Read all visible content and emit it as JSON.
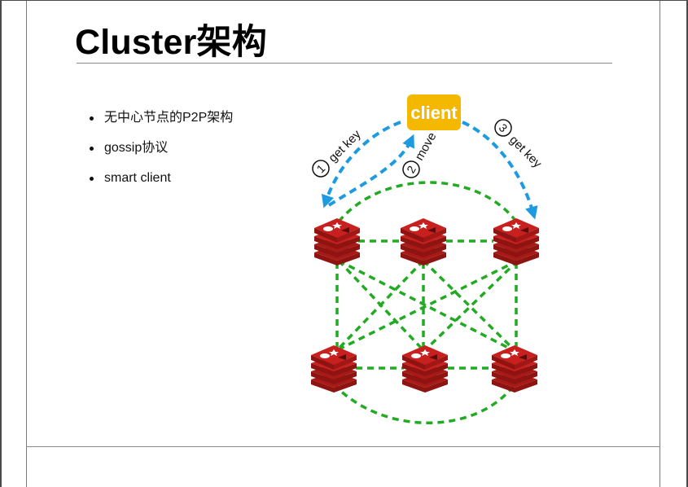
{
  "title": "Cluster架构",
  "bullets": [
    "无中心节点的P2P架构",
    "gossip协议",
    "smart client"
  ],
  "diagram": {
    "client_label": "client",
    "steps": [
      {
        "number": "1",
        "label": "get key"
      },
      {
        "number": "2",
        "label": "move"
      },
      {
        "number": "3",
        "label": "get key"
      }
    ],
    "colors": {
      "client_bg": "#f5b800",
      "request_arrow": "#1e9be0",
      "gossip_link": "#22aa22",
      "redis_red": "#c8201e"
    },
    "node_icon": "redis-logo-icon",
    "node_count": 6
  }
}
